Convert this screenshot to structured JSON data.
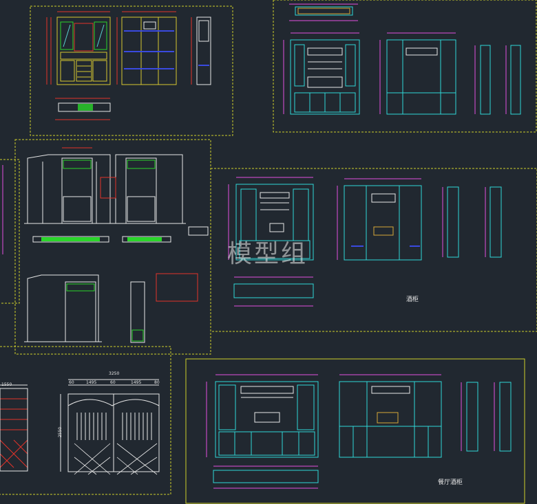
{
  "title_wine_cabinet": "酒柜",
  "title_dining_wine_cabinet": "餐厅酒柜",
  "watermark": "模型组",
  "dim_total": "3250",
  "dim_parts": [
    "60",
    "1495",
    "60",
    "1495",
    "80"
  ],
  "dim_height": "2550",
  "dim_left": "1550",
  "colors": {
    "background": "#212830",
    "frame_yellow": "#cfd12a",
    "cyan": "#2fd8d8",
    "magenta": "#e24fe0",
    "red": "#e3332a",
    "green": "#2ad62a",
    "white": "#e8e8e8",
    "blue": "#3a4ae0"
  }
}
